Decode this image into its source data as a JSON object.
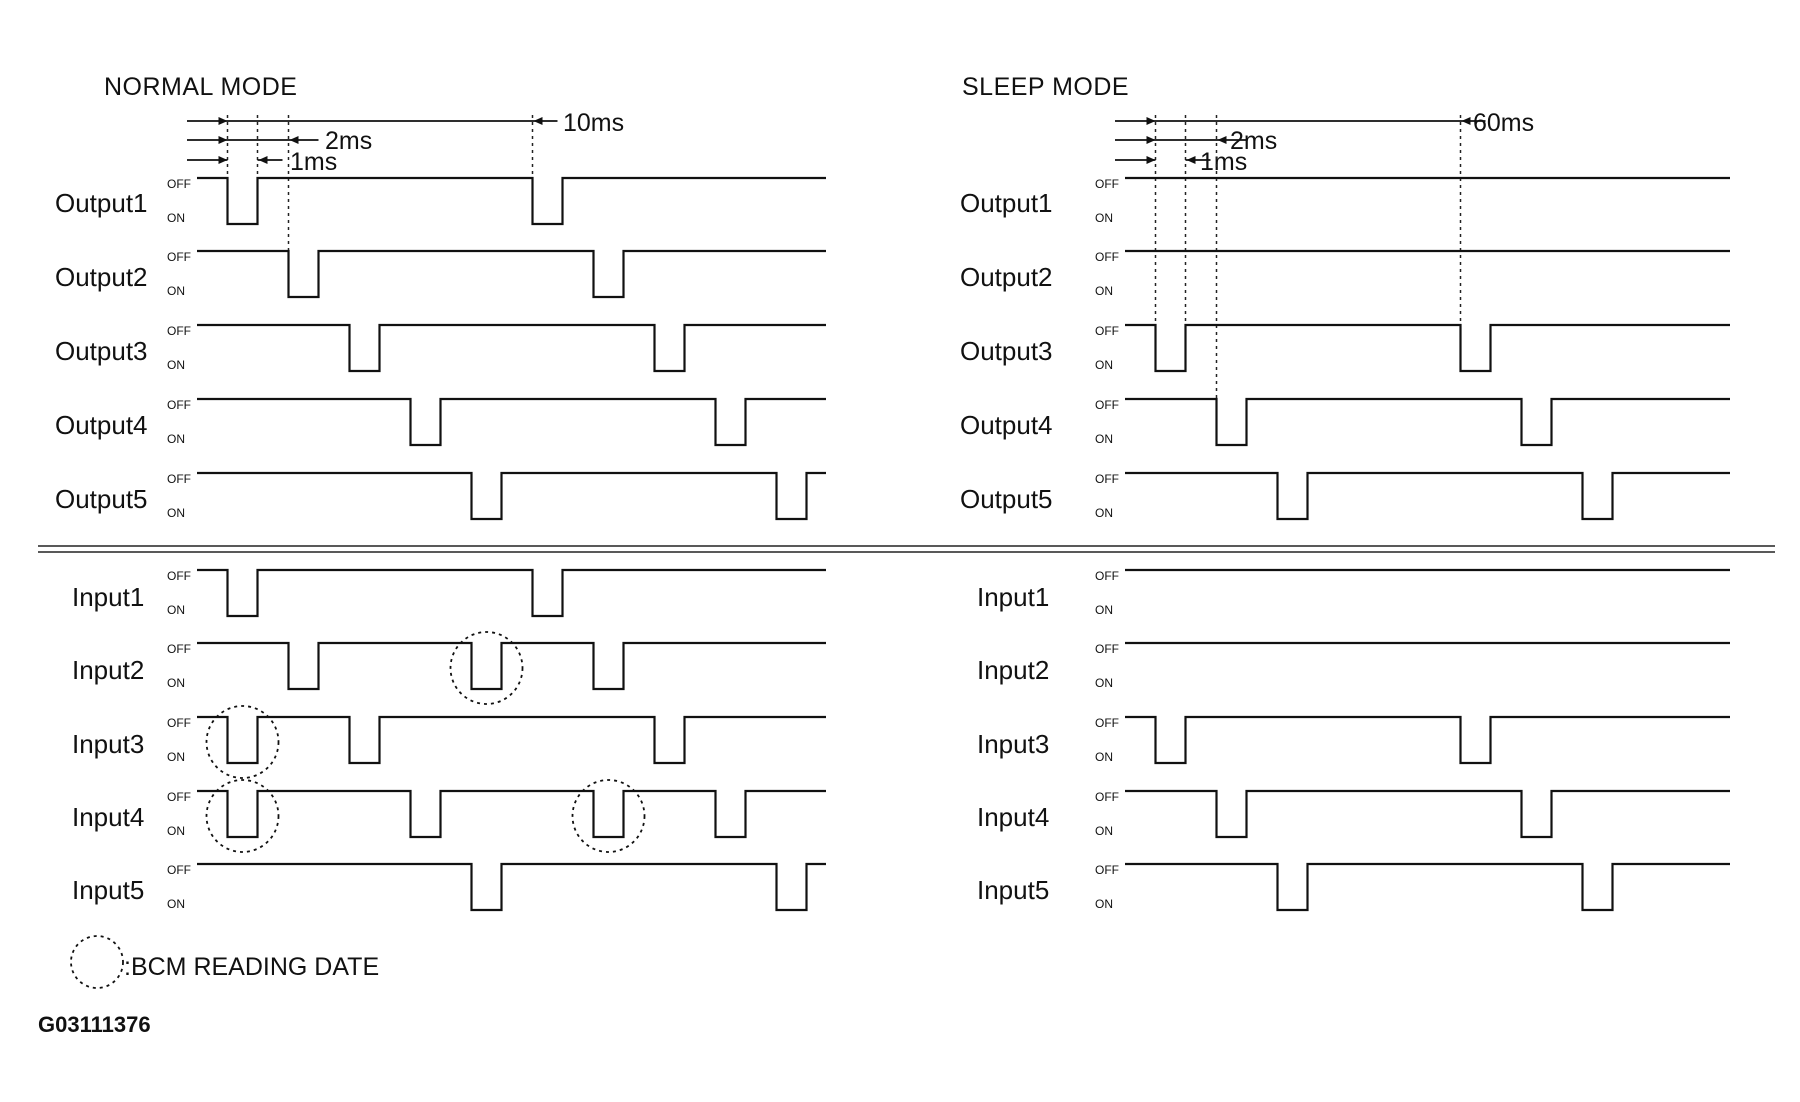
{
  "figure_id": "G03111376",
  "legend": {
    "text": ":BCM READING DATE"
  },
  "level_labels": {
    "off": "OFF",
    "on": "ON"
  },
  "panels": [
    {
      "key": "normal",
      "title": "NORMAL MODE",
      "dimensions": [
        "10ms",
        "2ms",
        "1ms"
      ],
      "outputs": [
        {
          "label": "Output1",
          "pulses": [
            1,
            11
          ]
        },
        {
          "label": "Output2",
          "pulses": [
            3,
            13
          ]
        },
        {
          "label": "Output3",
          "pulses": [
            5,
            15
          ]
        },
        {
          "label": "Output4",
          "pulses": [
            7,
            17
          ]
        },
        {
          "label": "Output5",
          "pulses": [
            9,
            19
          ]
        }
      ],
      "inputs": [
        {
          "label": "Input1",
          "pulses": [
            1,
            11
          ],
          "bcm_reading": []
        },
        {
          "label": "Input2",
          "pulses": [
            3,
            9,
            13
          ],
          "bcm_reading": [
            9
          ]
        },
        {
          "label": "Input3",
          "pulses": [
            1,
            5,
            15
          ],
          "bcm_reading": [
            1
          ]
        },
        {
          "label": "Input4",
          "pulses": [
            1,
            7,
            13,
            17
          ],
          "bcm_reading": [
            1,
            13
          ]
        },
        {
          "label": "Input5",
          "pulses": [
            9,
            19
          ],
          "bcm_reading": []
        }
      ]
    },
    {
      "key": "sleep",
      "title": "SLEEP MODE",
      "dimensions": [
        "60ms",
        "2ms",
        "1ms"
      ],
      "outputs": [
        {
          "label": "Output1",
          "pulses": []
        },
        {
          "label": "Output2",
          "pulses": []
        },
        {
          "label": "Output3",
          "pulses": [
            1,
            11
          ]
        },
        {
          "label": "Output4",
          "pulses": [
            3,
            13
          ]
        },
        {
          "label": "Output5",
          "pulses": [
            5,
            15
          ]
        }
      ],
      "inputs": [
        {
          "label": "Input1",
          "pulses": [],
          "bcm_reading": []
        },
        {
          "label": "Input2",
          "pulses": [],
          "bcm_reading": []
        },
        {
          "label": "Input3",
          "pulses": [
            1,
            11
          ],
          "bcm_reading": []
        },
        {
          "label": "Input4",
          "pulses": [
            3,
            13
          ],
          "bcm_reading": []
        },
        {
          "label": "Input5",
          "pulses": [
            5,
            15
          ],
          "bcm_reading": []
        }
      ]
    }
  ]
}
